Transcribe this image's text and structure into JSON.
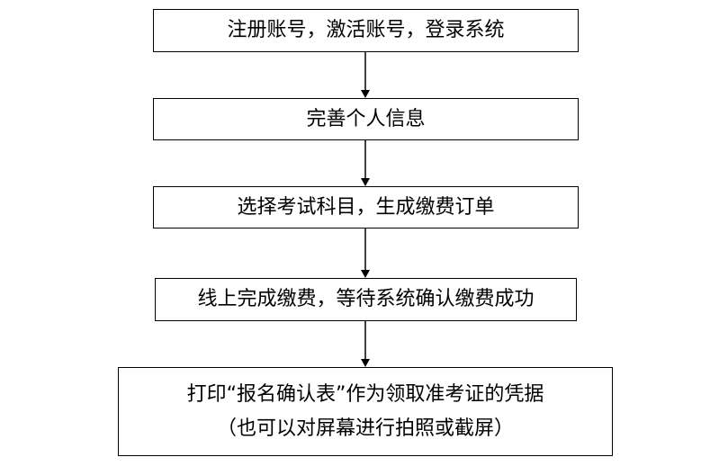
{
  "steps": [
    {
      "text": "注册账号，激活账号，登录系统"
    },
    {
      "text": "完善个人信息"
    },
    {
      "text": "选择考试科目，生成缴费订单"
    },
    {
      "text": "线上完成缴费，等待系统确认缴费成功"
    },
    {
      "line1": "打印“报名确认表”作为领取准考证的凭据",
      "line2": "（也可以对屏幕进行拍照或截屏）"
    }
  ],
  "colors": {
    "line": "#000000",
    "background": "#ffffff"
  }
}
